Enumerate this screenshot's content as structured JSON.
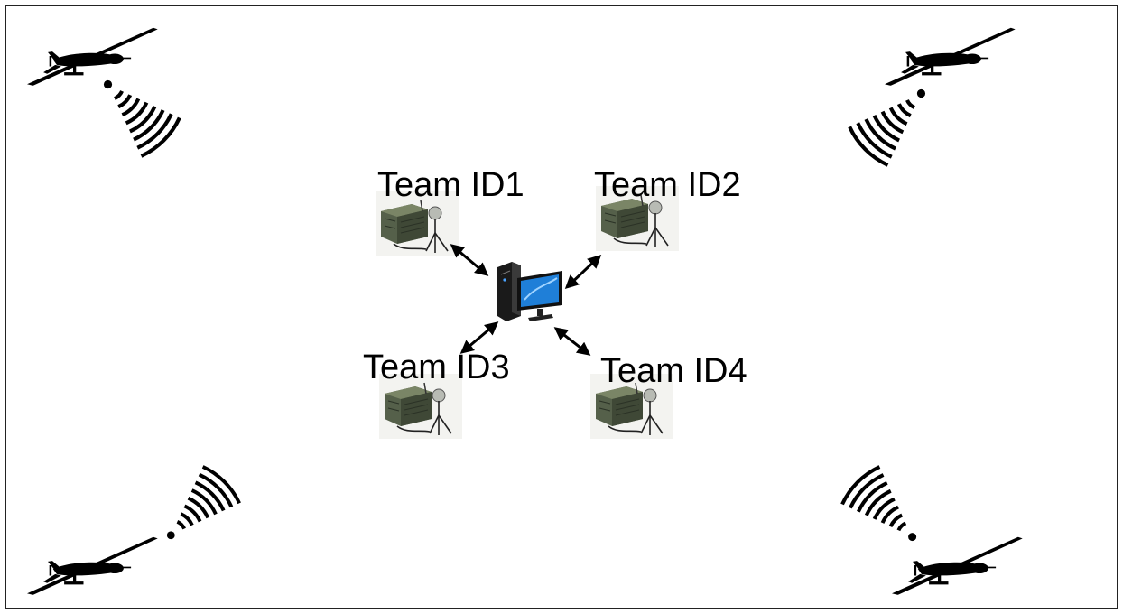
{
  "diagram": {
    "teams": [
      {
        "label": "Team ID1"
      },
      {
        "label": "Team ID2"
      },
      {
        "label": "Team ID3"
      },
      {
        "label": "Team ID4"
      }
    ],
    "colors": {
      "border": "#222222",
      "silhouette": "#000000",
      "equipment": "#55604a",
      "screen": "#1f7fd8"
    },
    "icons": {
      "uav": "uav-silhouette-icon",
      "signal": "signal-waves-icon",
      "station": "ground-station-icon",
      "computer": "desktop-computer-icon"
    }
  }
}
